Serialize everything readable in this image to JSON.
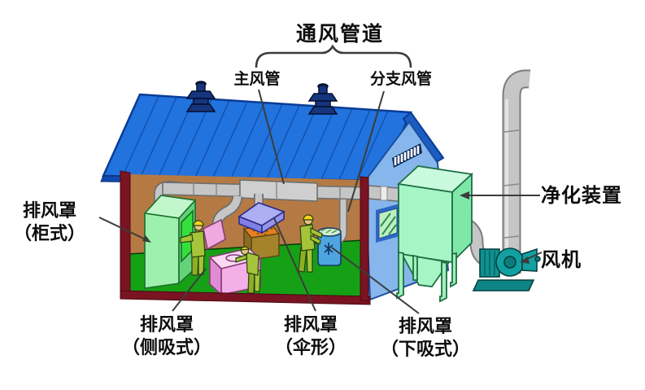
{
  "diagram": {
    "title": "通风管道",
    "callouts": {
      "main_duct": "主风管",
      "branch_duct": "分支风管",
      "purifier": "净化装置",
      "fan": "风机",
      "hood_cabinet": {
        "line1": "排风罩",
        "line2": "（柜式）"
      },
      "hood_side_draft": {
        "line1": "排风罩",
        "line2": "（侧吸式）"
      },
      "hood_canopy": {
        "line1": "排风罩",
        "line2": "（伞形）"
      },
      "hood_downdraft": {
        "line1": "排风罩",
        "line2": "（下吸式）"
      }
    },
    "colors": {
      "roof_blue": "#2273dd",
      "roof_edge_dark": "#0a3c96",
      "gable_blue": "#87b6ec",
      "wall_brown": "#b57a44",
      "frame_maroon": "#7a1322",
      "floor_green": "#16a016",
      "duct_gray": "#c6c6c6",
      "purifier_green": "#a5f6c4",
      "fan_teal": "#12a0a0",
      "canopy_hood_purple": "#aeaef2",
      "bench_pink": "#f4aee8",
      "cabinet_hood_green": "#9df0ae",
      "barrel_blue": "#4fa5e0",
      "material_box_brown": "#a5832b",
      "worker_green": "#a6c43a",
      "helmet_yellow": "#f5d41a",
      "roof_vent_navy": "#16357e",
      "background": "#ffffff"
    }
  }
}
